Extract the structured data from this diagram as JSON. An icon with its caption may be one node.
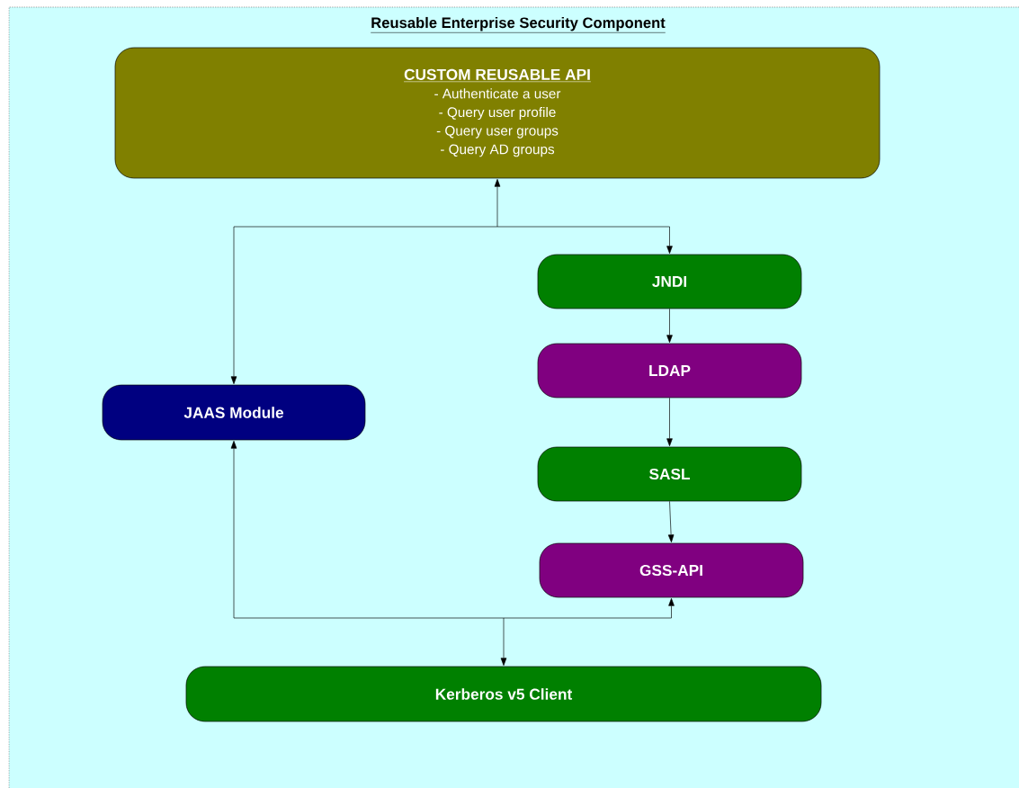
{
  "diagram": {
    "nodes": [
      {
        "text": [
          "Reusable Enterprise Security Component"
        ]
      },
      {
        "text": [
          "CUSTOM REUSABLE API",
          "- Authenticate a user",
          "- Query user profile",
          "- Query user groups",
          "- Query AD groups"
        ],
        "in": 0
      },
      {
        "text": [
          "JNDI"
        ],
        "in": 0
      },
      {
        "text": [
          "LDAP"
        ],
        "in": 0
      },
      {
        "text": [
          "JAAS Module"
        ],
        "in": 0
      },
      {
        "text": [
          "SASL"
        ],
        "in": 0
      },
      {
        "text": [
          "GSS-API"
        ],
        "in": 0
      },
      {
        "text": [
          "Kerberos v5 Client"
        ],
        "in": 0
      }
    ],
    "edges": [
      {
        "from": 1,
        "to": 4,
        "arrow": "both"
      },
      {
        "from": 1,
        "to": 2,
        "arrow": "both"
      },
      {
        "from": 2,
        "to": 3,
        "arrow": "to"
      },
      {
        "from": 3,
        "to": 5,
        "arrow": "to"
      },
      {
        "from": 5,
        "to": 6,
        "arrow": "to"
      },
      {
        "from": 4,
        "to": 7,
        "arrow": "both"
      },
      {
        "from": 6,
        "to": 7,
        "arrow": "both"
      }
    ]
  }
}
